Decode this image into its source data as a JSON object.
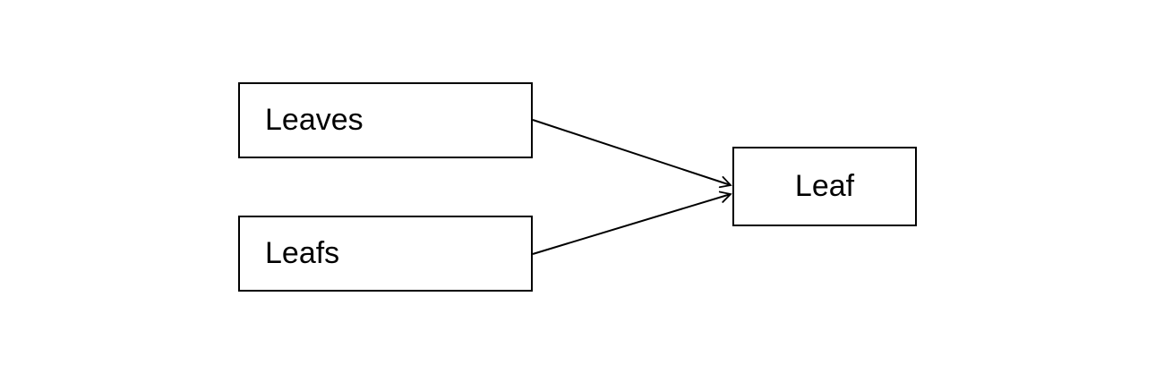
{
  "diagram": {
    "nodes": [
      {
        "id": "leaves",
        "label": "Leaves"
      },
      {
        "id": "leafs",
        "label": "Leafs"
      },
      {
        "id": "leaf",
        "label": "Leaf"
      }
    ],
    "edges": [
      {
        "from": "leaves",
        "to": "leaf"
      },
      {
        "from": "leafs",
        "to": "leaf"
      }
    ],
    "colors": {
      "stroke": "#000000",
      "background": "#ffffff"
    }
  }
}
